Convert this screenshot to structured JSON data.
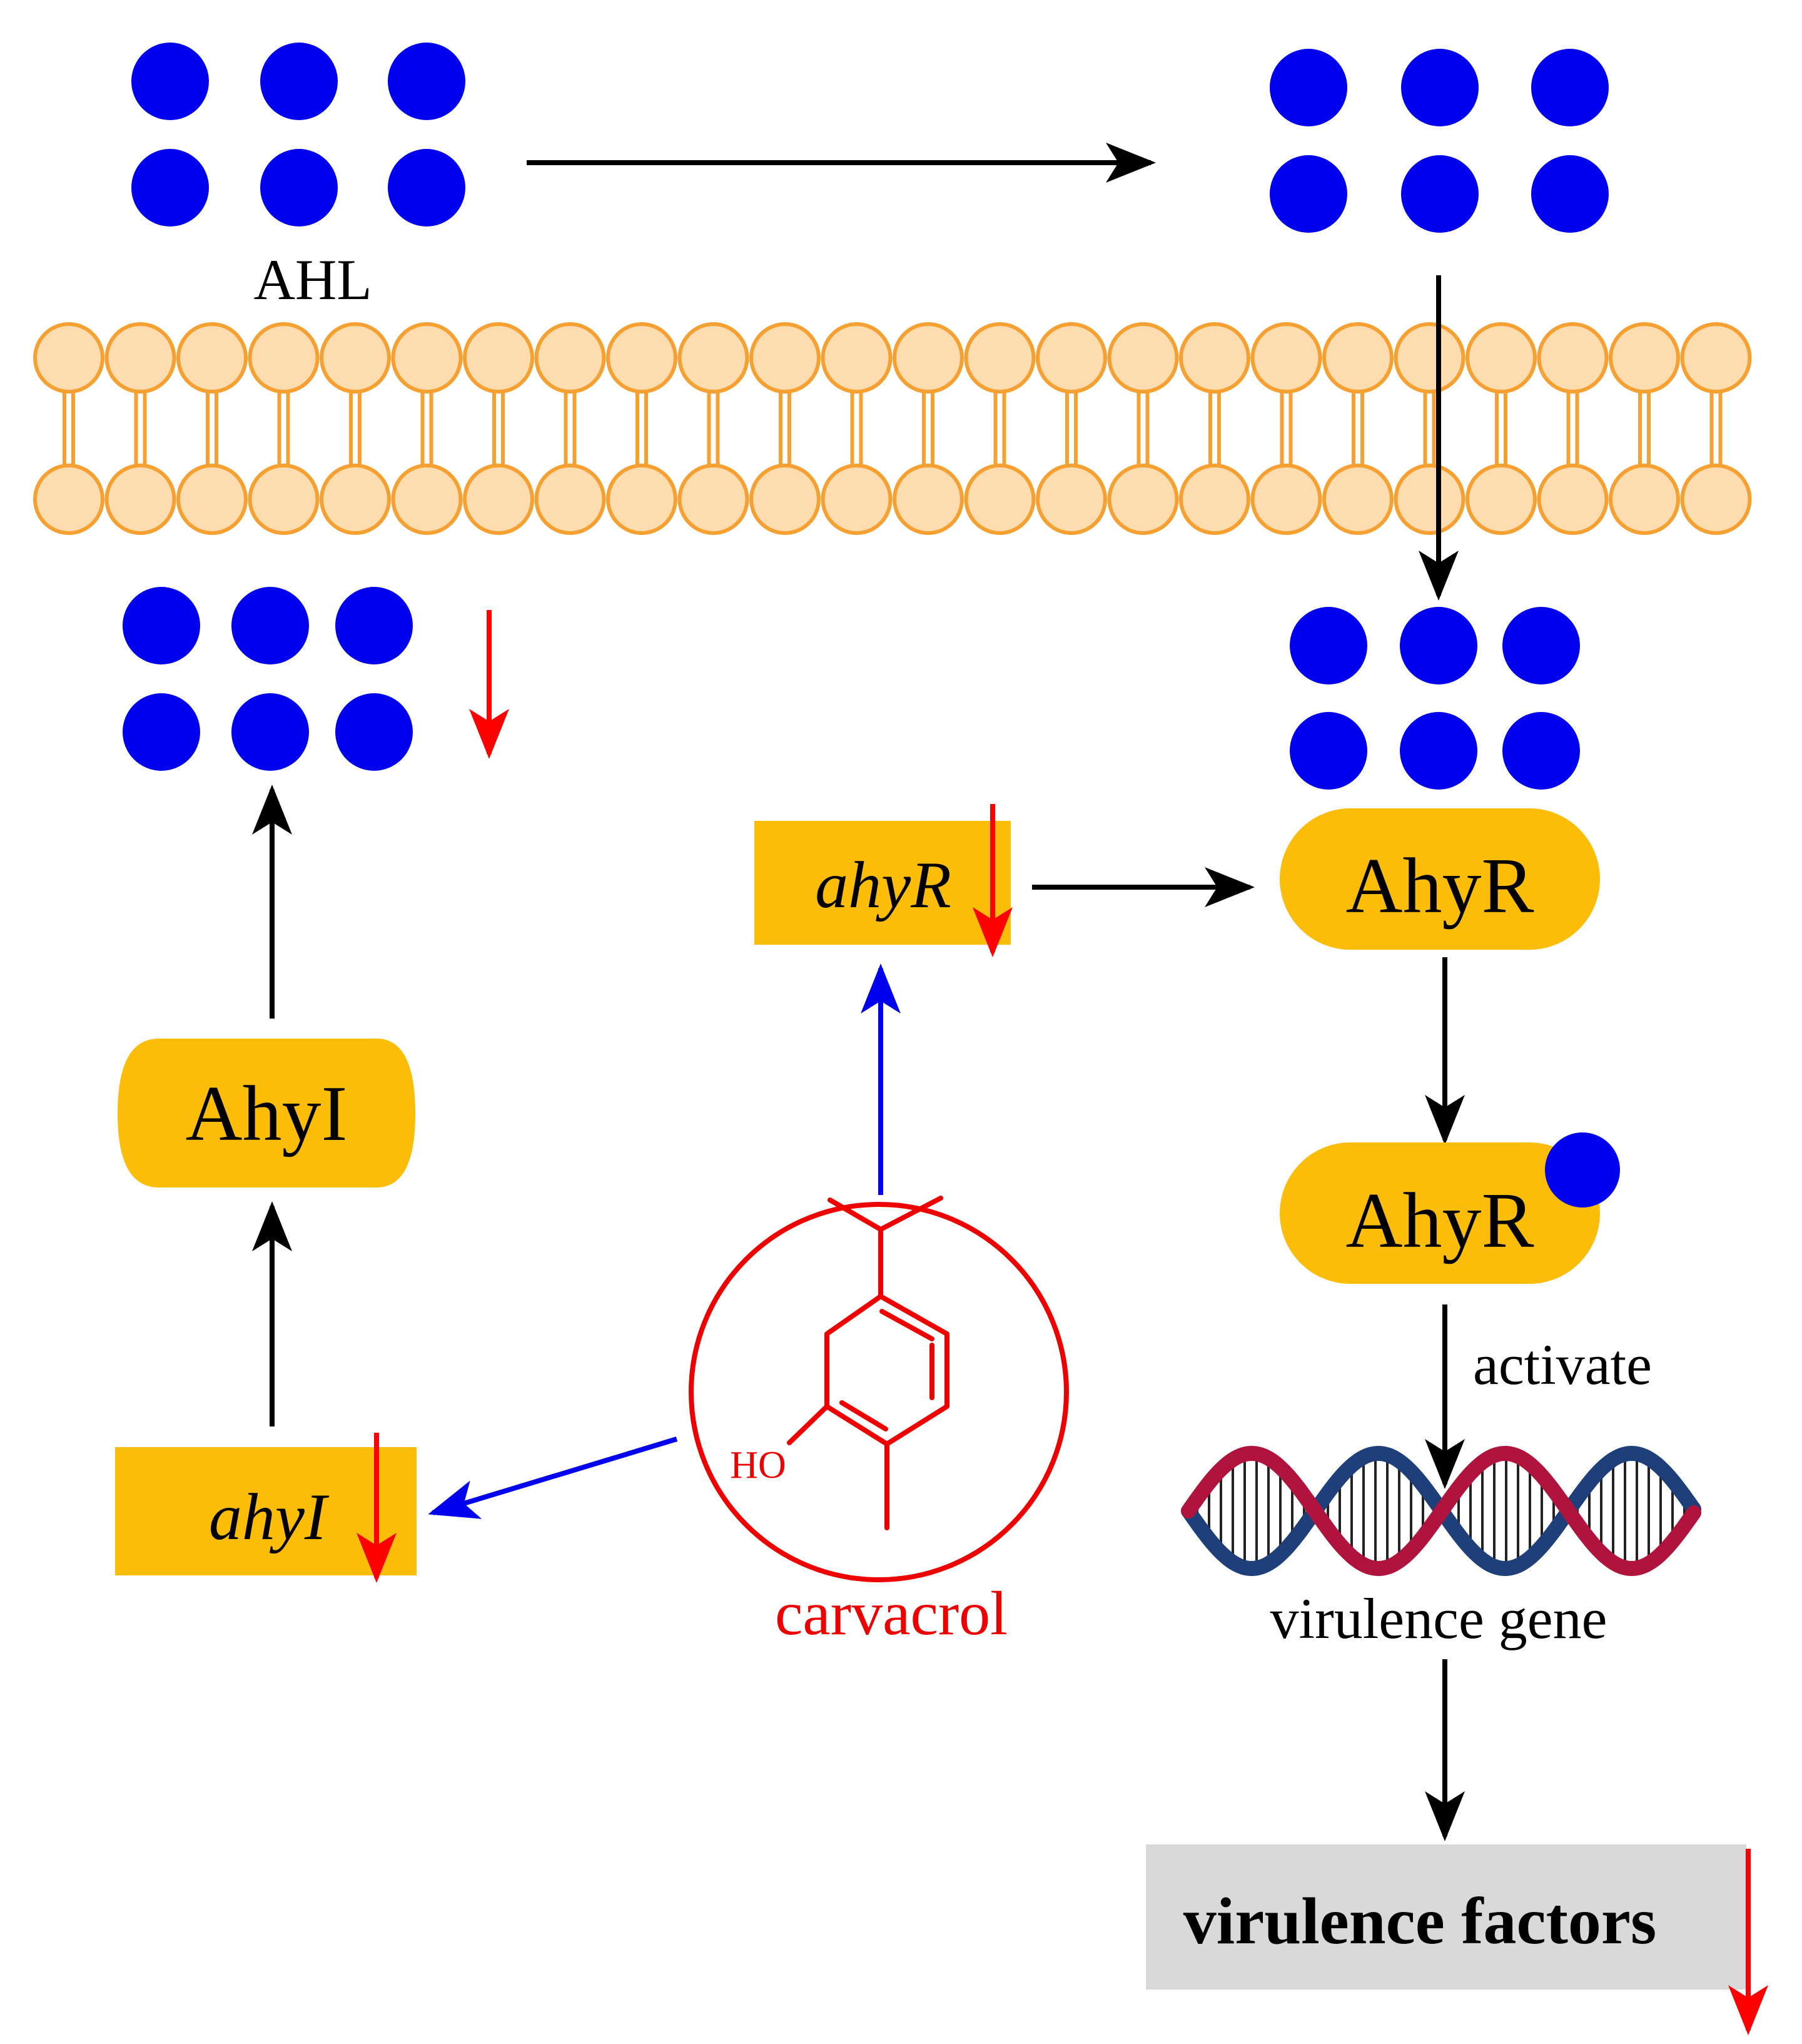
{
  "labels": {
    "ahl": "AHL",
    "ahyi_protein": "AhyI",
    "ahyi_gene": "ahyI",
    "ahyr_gene": "ahyR",
    "ahyr_protein": "AhyR",
    "ahyr_bound_protein": "AhyR",
    "activate": "activate",
    "virulence_gene": "virulence gene",
    "virulence_factors": "virulence factors",
    "compound_name": "carvacrol",
    "hydroxyl": "HO"
  },
  "colors": {
    "ahl_dot": "#0000ee",
    "membrane_fill": "#fddcb0",
    "membrane_stroke": "#f5a030",
    "box_fill": "#fbbd08",
    "factor_box": "#d9d9d9",
    "decrease_arrow": "#ff0000",
    "inhibit_arrow": "#0000ee",
    "flow_arrow": "#000000",
    "compound": "#ee0000",
    "dna_red": "#b0143c",
    "dna_blue": "#1f3f7a"
  }
}
